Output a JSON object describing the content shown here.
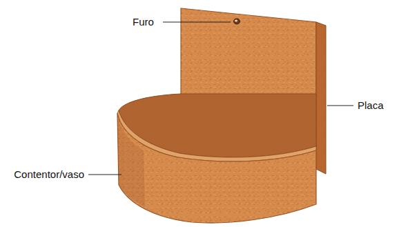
{
  "diagram": {
    "labels": [
      "Furo",
      "Placa",
      "Contentor/vaso"
    ]
  }
}
